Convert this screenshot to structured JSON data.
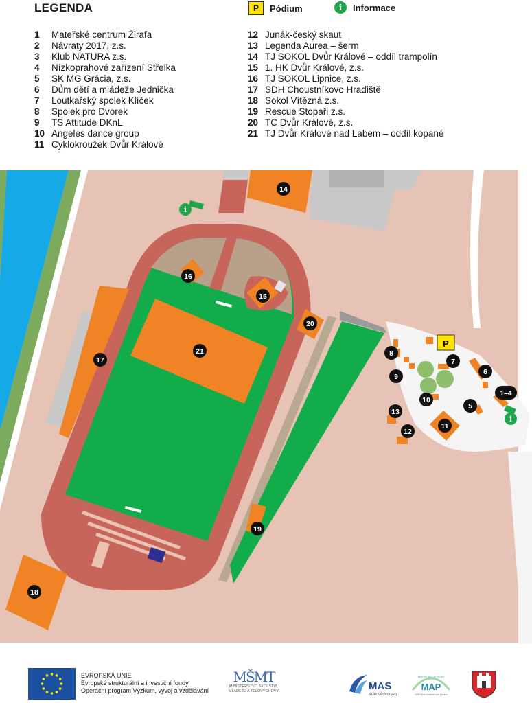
{
  "legend": {
    "title": "LEGENDA",
    "podium": {
      "badge": "P",
      "label": "Pódium"
    },
    "info": {
      "badge": "i",
      "label": "Informace"
    },
    "left_items": [
      {
        "num": "1",
        "name": "Mateřské centrum Žirafa"
      },
      {
        "num": "2",
        "name": "Návraty 2017, z.s."
      },
      {
        "num": "3",
        "name": "Klub NATURA z.s."
      },
      {
        "num": "4",
        "name": "Nízkoprahové zařízení Střelka"
      },
      {
        "num": "5",
        "name": "SK MG Grácia, z.s."
      },
      {
        "num": "6",
        "name": "Dům dětí a mládeže Jednička"
      },
      {
        "num": "7",
        "name": "Loutkařský spolek Klíček"
      },
      {
        "num": "8",
        "name": "Spolek pro Dvorek"
      },
      {
        "num": "9",
        "name": "TS Attitude DKnL"
      },
      {
        "num": "10",
        "name": "Angeles dance group"
      },
      {
        "num": "11",
        "name": "Cyklokroužek Dvůr Králové"
      }
    ],
    "right_items": [
      {
        "num": "12",
        "name": "Junák-český skaut"
      },
      {
        "num": "13",
        "name": "Legenda Aurea – šerm"
      },
      {
        "num": "14",
        "name": "TJ SOKOL Dvůr Králové – oddíl trampolín"
      },
      {
        "num": "15",
        "name": "1. HK Dvůr Králové, z.s."
      },
      {
        "num": "16",
        "name": "TJ SOKOL Lipnice, z.s."
      },
      {
        "num": "17",
        "name": "SDH Choustníkovo Hradiště"
      },
      {
        "num": "18",
        "name": "Sokol Vítězná z.s."
      },
      {
        "num": "19",
        "name": "Rescue Stopaři z.s."
      },
      {
        "num": "20",
        "name": "TC Dvůr Králové, z.s."
      },
      {
        "num": "21",
        "name": "TJ Dvůr Králové nad Labem – oddíl kopané"
      }
    ]
  },
  "map": {
    "markers": {
      "m1_4": "1–4",
      "m5": "5",
      "m6": "6",
      "m7": "7",
      "m8": "8",
      "m9": "9",
      "m10": "10",
      "m11": "11",
      "m12": "12",
      "m13": "13",
      "m14": "14",
      "m15": "15",
      "m16": "16",
      "m17": "17",
      "m18": "18",
      "m19": "19",
      "m20": "20",
      "m21": "21"
    },
    "podium_badge": "P",
    "info_badge": "i",
    "colors": {
      "ground": "#e6c3b4",
      "track": "#c8655b",
      "field": "#12ad4a",
      "stall": "#f08323",
      "river": "#15a9e8",
      "grass_strip": "#7cab5d",
      "building": "#c8c8c8",
      "plaza": "#f5f5f5",
      "podium": "#ffe400"
    }
  },
  "footer": {
    "eu_line1": "EVROPSKÁ UNIE",
    "eu_line2": "Evropské strukturální a investiční fondy",
    "eu_line3": "Operační program Výzkum, vývoj a vzdělávání",
    "msmt_mark": "MŠMT",
    "msmt_sub1": "MINISTERSTVO ŠKOLSTVÍ,",
    "msmt_sub2": "MLÁDEŽE A TĚLOVÝCHOVY",
    "mas_text": "MAS",
    "mas_sub": "Královédvorsko",
    "map_top": "MÍSTNÍ AKČNÍ PLÁN",
    "map_text": "MAP",
    "map_sub": "ORP Dvůr Králové nad Labem"
  }
}
